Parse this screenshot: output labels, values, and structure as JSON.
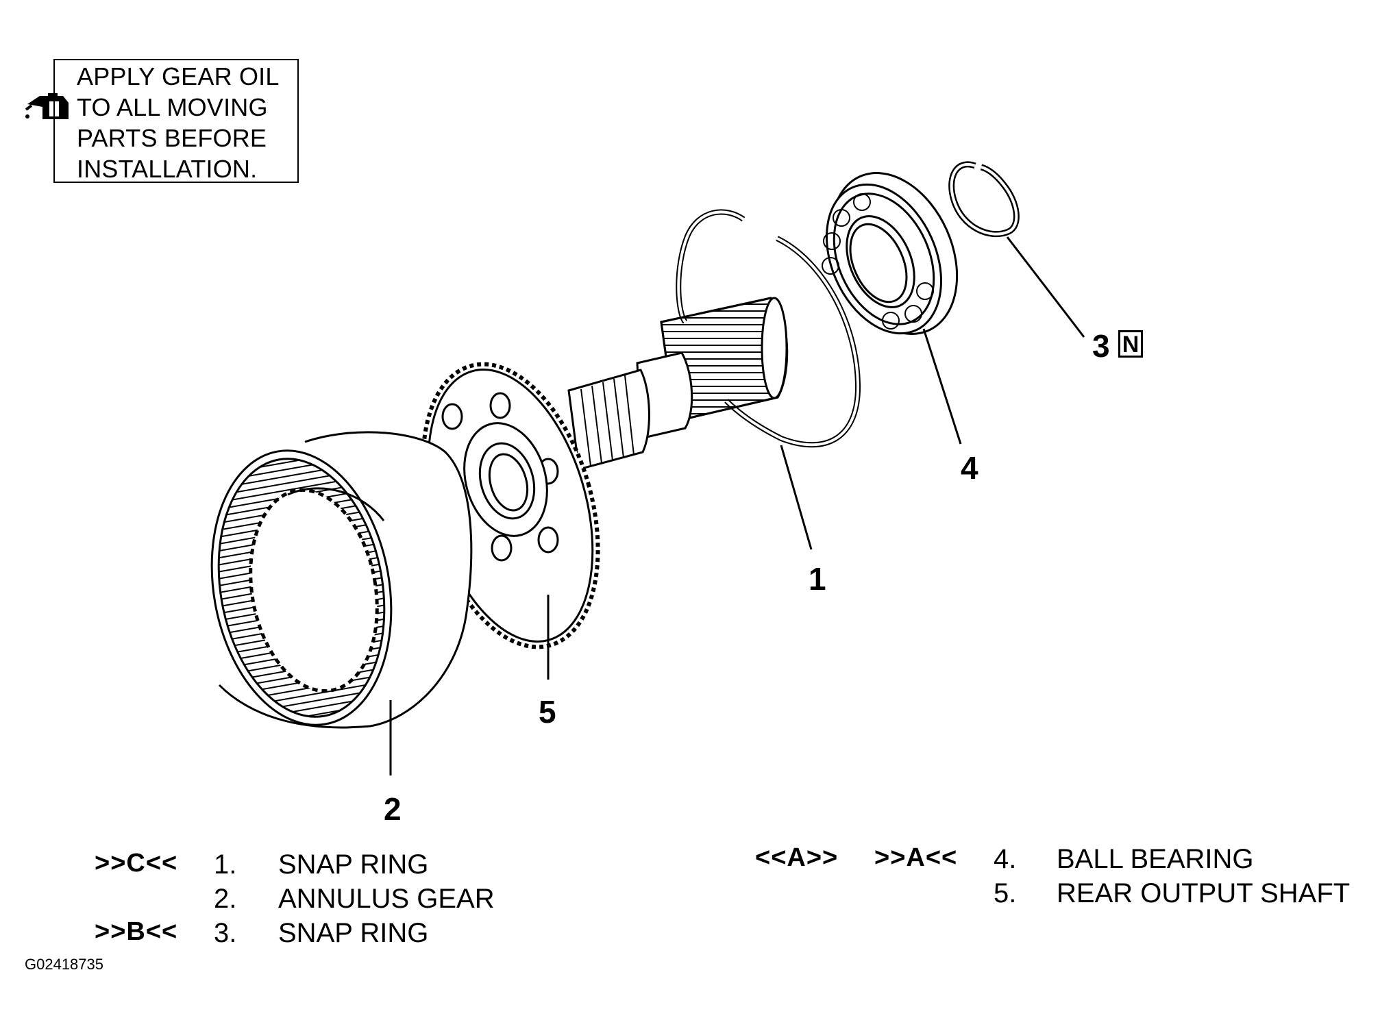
{
  "note": {
    "icon": "oil-can-icon",
    "lines": [
      "APPLY GEAR OIL",
      "TO ALL MOVING",
      "PARTS BEFORE",
      "INSTALLATION."
    ]
  },
  "callouts": {
    "c1": "1",
    "c2": "2",
    "c3": "3",
    "c3_badge": "N",
    "c4": "4",
    "c5": "5"
  },
  "legend": {
    "left": [
      {
        "mark": ">>C<<",
        "num": "1.",
        "label": "SNAP RING"
      },
      {
        "mark": "",
        "num": "2.",
        "label": "ANNULUS GEAR"
      },
      {
        "mark": ">>B<<",
        "num": "3.",
        "label": "SNAP RING"
      }
    ],
    "right": [
      {
        "mark1": "<<A>>",
        "mark2": ">>A<<",
        "num": "4.",
        "label": "BALL BEARING"
      },
      {
        "mark1": "",
        "mark2": "",
        "num": "5.",
        "label": "REAR OUTPUT SHAFT"
      }
    ]
  },
  "figure_id": "G02418735"
}
